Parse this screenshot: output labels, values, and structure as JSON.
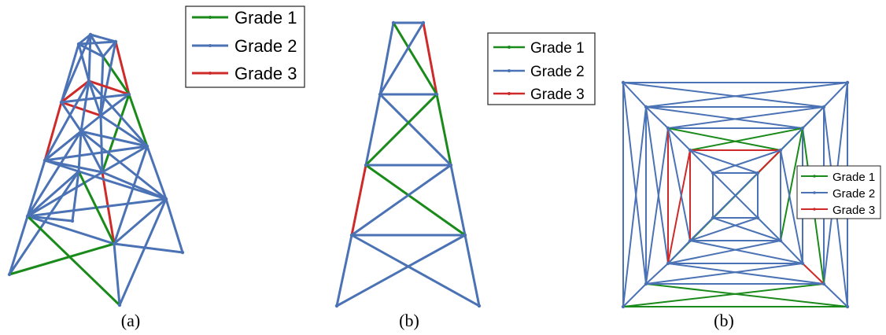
{
  "colors": {
    "grade1": "#1a8a1a",
    "grade2": "#4a72b4",
    "grade3": "#cf2a2a"
  },
  "panels": [
    {
      "caption": "(a)",
      "legend": [
        "Grade 1",
        "Grade 2",
        "Grade 3"
      ]
    },
    {
      "caption": "(b)",
      "legend": [
        "Grade 1",
        "Grade 2",
        "Grade 3"
      ]
    },
    {
      "caption": "(b)",
      "legend": [
        "Grade 1",
        "Grade 2",
        "Grade 3"
      ]
    }
  ]
}
